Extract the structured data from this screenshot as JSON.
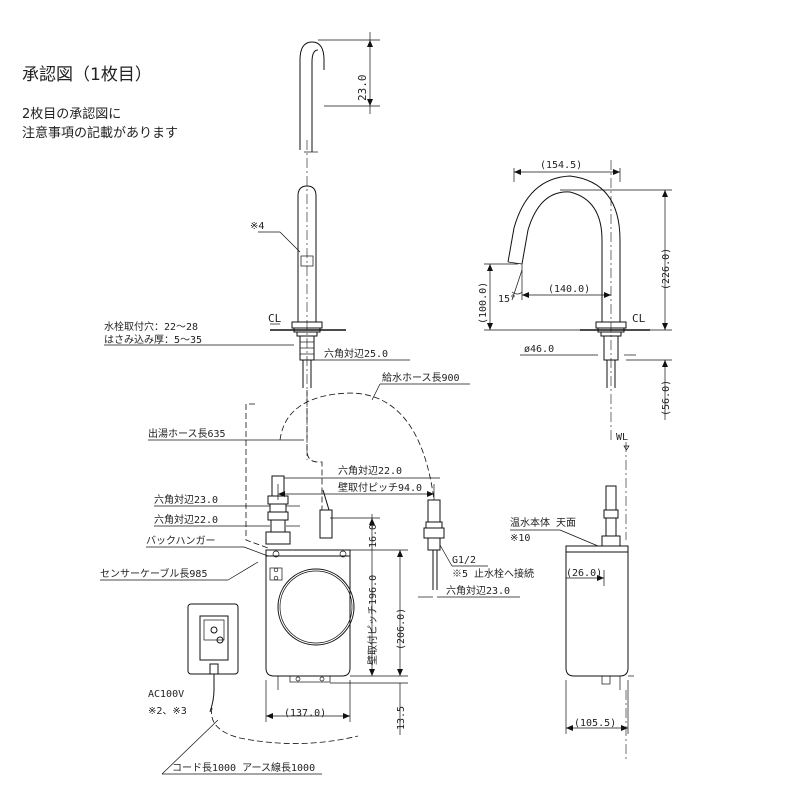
{
  "header": {
    "title": "承認図（1枚目）",
    "note_line1": "2枚目の承認図に",
    "note_line2": "注意事項の記載があります"
  },
  "dims": {
    "d23": "23.0",
    "d154": "(154.5)",
    "d226": "(226.0)",
    "d140": "(140.0)",
    "d100": "(100.0)",
    "d15": "15°",
    "cl1": "CL",
    "cl2": "CL",
    "d46": "ø46.0",
    "d56": "(56.0)",
    "d137": "(137.0)",
    "d206": "(206.0)",
    "d196": "壁取付ピッチ196.0",
    "d16": "16.0",
    "d135": "13.5",
    "d26": "(26.0)",
    "d1055": "(105.5)",
    "wl": "WL"
  },
  "labels": {
    "note4": "※4",
    "mount_hole": "水栓取付穴：22～28",
    "clamp": "はさみ込み厚：5～35",
    "hex25": "六角対辺25.0",
    "supply_hose": "給水ホース長900",
    "outlet_hose": "出湯ホース長635",
    "hex22a": "六角対辺22.0",
    "wall_pitch94": "壁取付ピッチ94.0",
    "hex23a": "六角対辺23.0",
    "hex22b": "六角対辺22.0",
    "back_hanger": "バックハンガー",
    "sensor_cable": "センサーケーブル長985",
    "g12": "G1/2",
    "note5": "※5 止水栓へ接続",
    "hex23b": "六角対辺23.0",
    "heater_top": "温水本体 天面",
    "note10": "※10",
    "ac100v": "AC100V",
    "note23": "※2、※3",
    "cord": "コード長1000 アース線長1000"
  }
}
